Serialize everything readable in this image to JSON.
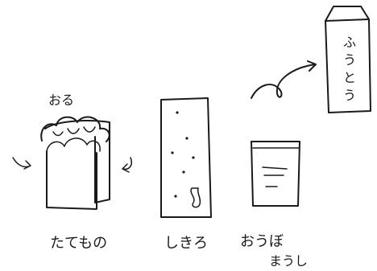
{
  "labels": {
    "fold_instruction": "おる",
    "item_tatemono": "たてもの",
    "item_shikiro": "しきろ",
    "item_houbou": "おうぼ",
    "item_houbou_sub": "まうし",
    "item_envelope": "ふうとう"
  }
}
